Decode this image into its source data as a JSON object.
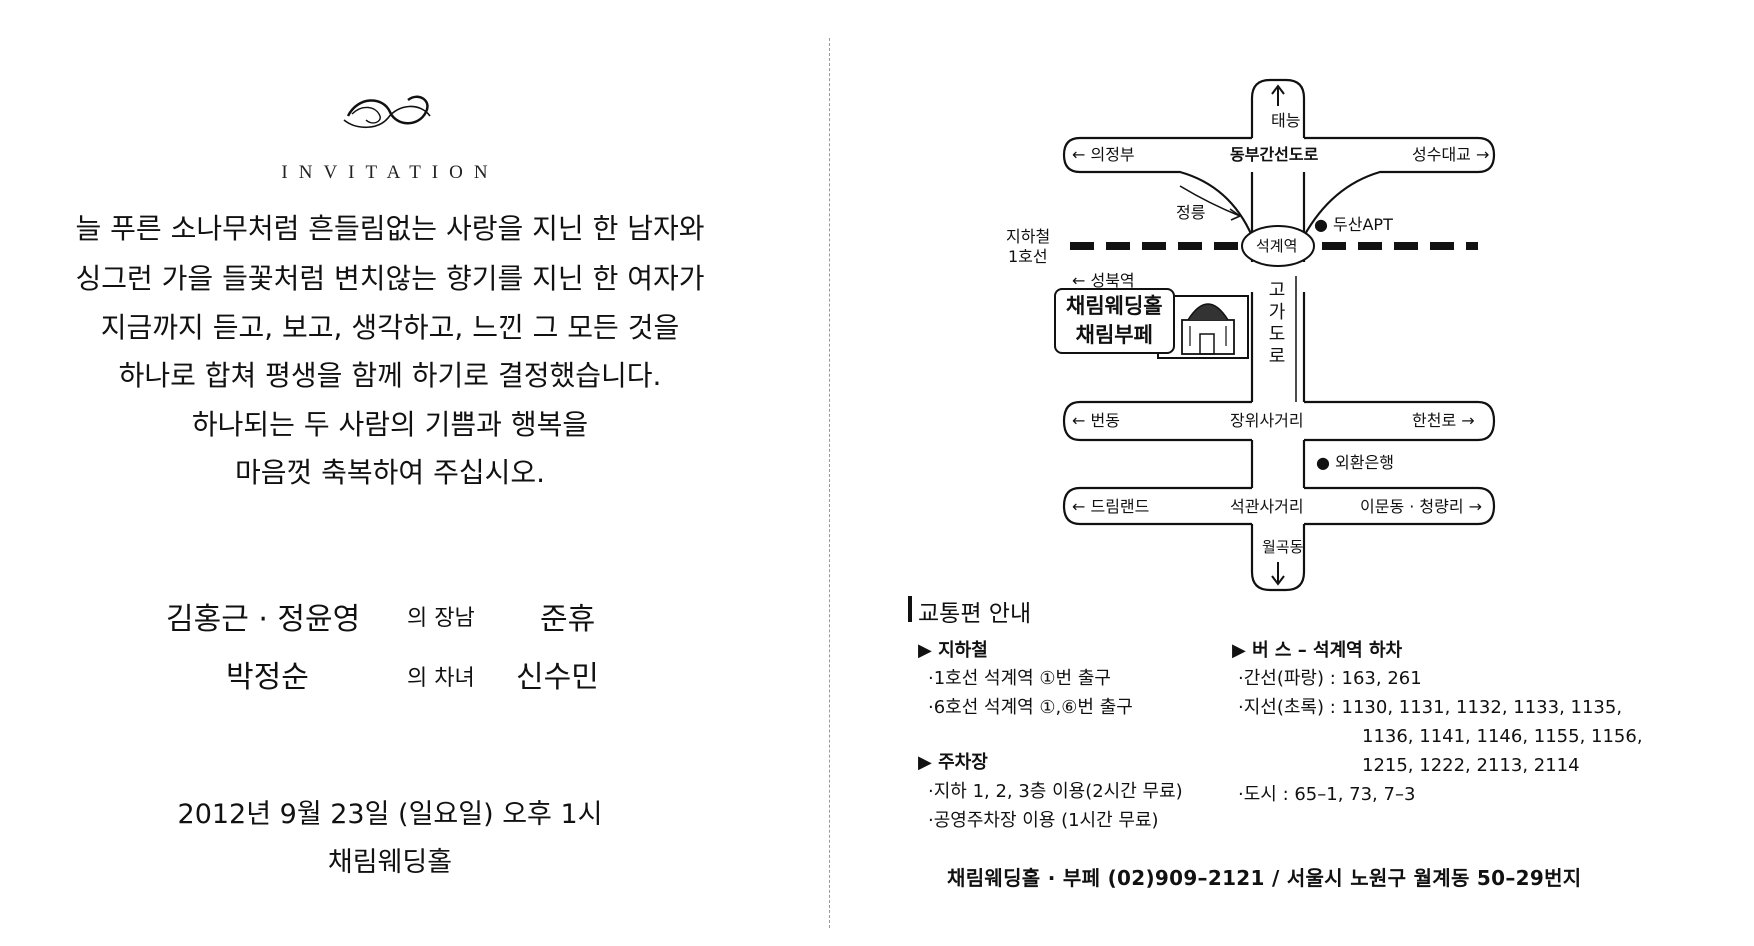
{
  "invitation": {
    "title": "INVITATION",
    "message": [
      "늘 푸른 소나무처럼 흔들림없는 사랑을 지닌 한 남자와",
      "싱그런 가을 들꽃처럼 변치않는 향기를 지닌 한 여자가",
      "지금까지 듣고, 보고, 생각하고, 느낀 그 모든 것을",
      "하나로 합쳐 평생을 함께 하기로 결정했습니다.",
      "하나되는 두 사람의 기쁨과 행복을",
      "마음껏 축복하여 주십시오."
    ],
    "groom_parents": "김홍근 · 정윤영",
    "groom_relation": "의 장남",
    "groom_name": "준휴",
    "bride_parents": "박정순",
    "bride_relation": "의 차녀",
    "bride_name": "신수민",
    "date": "2012년 9월 23일 (일요일) 오후 1시",
    "venue": "채림웨딩홀"
  },
  "map": {
    "taereung": "태능",
    "uijeongbu": "← 의정부",
    "dongbu_road": "동부간선도로",
    "seongsu_bridge": "성수대교 →",
    "jeongneung": "정릉",
    "doosan_apt": "● 두산APT",
    "subway_line_a": "지하철",
    "subway_line_b": "1호선",
    "seokgye_station": "석계역",
    "seongbuk_station": "← 성북역",
    "overpass": [
      "고",
      "가",
      "도",
      "로"
    ],
    "hall_name_1": "채림웨딩홀",
    "hall_name_2": "채림부페",
    "beondong": "← 번동",
    "jangwi_intersection": "장위사거리",
    "hancheon_road": "한천로 →",
    "exchange_bank": "● 외환은행",
    "dreamland": "← 드림랜드",
    "seokgwan_intersection": "석관사거리",
    "imun_cheongnyangni": "이문동 · 청량리 →",
    "wolgok": "월곡동"
  },
  "transport": {
    "title": "교통편 안내",
    "subway_heading": "▶ 지하철",
    "subway_1": "·1호선 석계역 ①번 출구",
    "subway_2": "·6호선 석계역 ①,⑥번 출구",
    "parking_heading": "▶ 주차장",
    "parking_1": "·지하 1, 2, 3층 이용(2시간 무료)",
    "parking_2": "·공영주차장 이용 (1시간 무료)",
    "bus_heading": "▶ 버   스 – 석계역 하차",
    "bus_trunk": "·간선(파랑) : 163, 261",
    "bus_branch_1": "·지선(초록) : 1130, 1131, 1132, 1133, 1135,",
    "bus_branch_2": "1136, 1141, 1146, 1155, 1156,",
    "bus_branch_3": "1215, 1222, 2113, 2114",
    "bus_city": "·도시 : 65–1, 73, 7–3"
  },
  "footer": "채림웨딩홀 · 부페   (02)909–2121 / 서울시 노원구 월계동 50–29번지"
}
